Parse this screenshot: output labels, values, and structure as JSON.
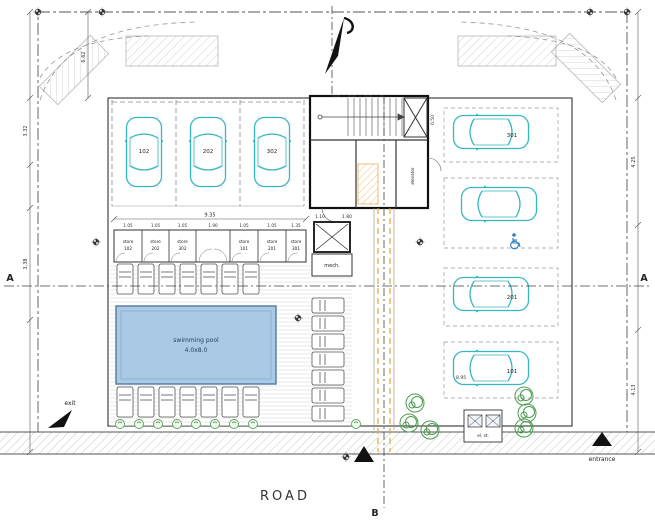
{
  "plan": {
    "road": "ROAD",
    "exit": "exit",
    "entrance": "entrance",
    "section_a": "A",
    "section_b": "B",
    "pool_name": "swimming pool",
    "pool_size": "4.0x8.0",
    "mech": "mech.",
    "elevator_room": "elevator",
    "el_st": "el. st."
  },
  "parking": {
    "left": [
      "102",
      "202",
      "302"
    ],
    "right": [
      "301",
      "201",
      "101"
    ]
  },
  "stores": {
    "word": "store",
    "numbers": [
      "102",
      "202",
      "302",
      "101",
      "201",
      "301"
    ]
  },
  "dims": {
    "left_upper": "3.32",
    "left_lower": "3.38",
    "front_depth": "6.62",
    "right_upper": "4.25",
    "right_lower": "4.13",
    "stores_total": "9.35",
    "core_a": "1.10",
    "core_b": "1.80",
    "stair": "0.50",
    "right_inner": "8.95",
    "cells": [
      "1.05",
      "1.05",
      "1.05",
      "1.90",
      "1.05",
      "1.05",
      "1.35"
    ]
  },
  "colors": {
    "car": "#35b8bd",
    "pool_fill": "#a9c9e4",
    "ramp_orange": "#e8a23c",
    "plant_green": "#4a9b4f",
    "accessible_blue": "#2d7fc1"
  }
}
